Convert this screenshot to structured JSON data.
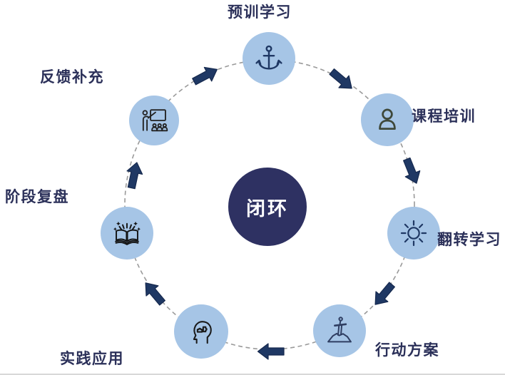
{
  "diagram": {
    "type": "circular-cycle",
    "flow_direction": "clockwise",
    "center": {
      "label": "闭环"
    },
    "nodes": [
      {
        "label": "预训学习",
        "icon": "anchor-icon",
        "position": "top"
      },
      {
        "label": "课程培训",
        "icon": "user-icon",
        "position": "upper-right"
      },
      {
        "label": "翻转学习",
        "icon": "sun-icon",
        "position": "right"
      },
      {
        "label": "行动方案",
        "icon": "sword-in-stone-icon",
        "position": "lower-right"
      },
      {
        "label": "实践应用",
        "icon": "head-puzzle-icon",
        "position": "bottom"
      },
      {
        "label": "阶段复盘",
        "icon": "open-book-sparkle-icon",
        "position": "left"
      },
      {
        "label": "反馈补充",
        "icon": "classroom-presentation-icon",
        "position": "upper-left"
      }
    ],
    "colors": {
      "node_fill": "#a6c5e6",
      "center_fill": "#2e3162",
      "center_text": "#ffffff",
      "label_text": "#2b3059",
      "arrow": "#1f3864",
      "dashed_ring": "#9a9a9a"
    }
  }
}
